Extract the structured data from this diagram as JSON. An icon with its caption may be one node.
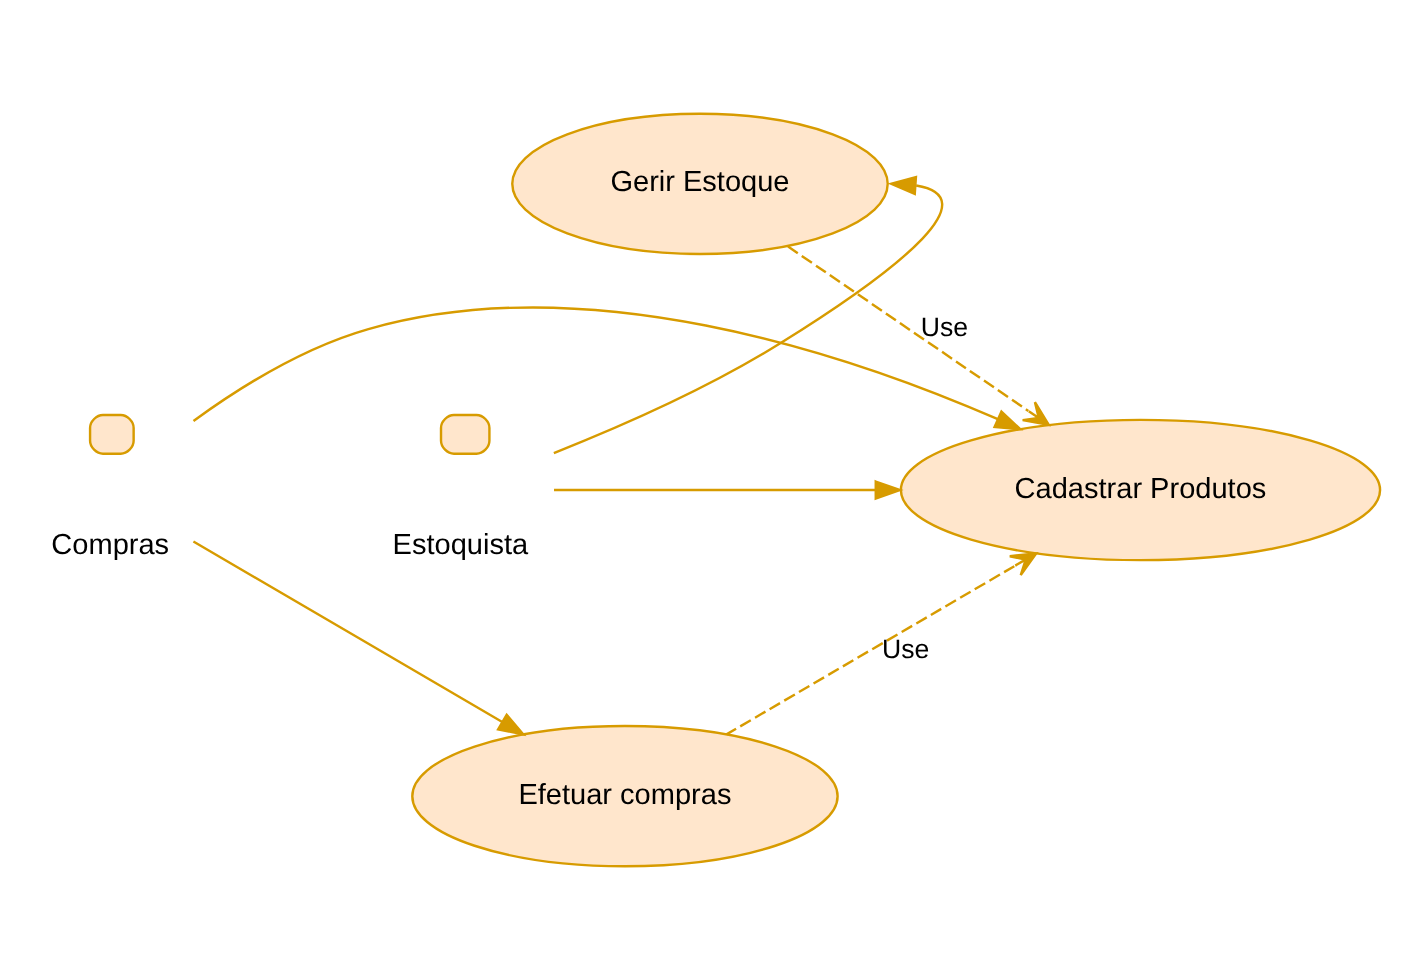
{
  "diagram": {
    "nodes": [
      {
        "text": [
          "Gerir Estoque"
        ]
      },
      {
        "text": [
          "Compras"
        ]
      },
      {
        "text": [
          "Cadastrar Produtos"
        ]
      },
      {
        "text": [
          "Estoquista"
        ]
      },
      {
        "text": [
          "Efetuar compras"
        ]
      }
    ],
    "edges": [
      {
        "from": 1,
        "to": 2,
        "arrow": "to"
      },
      {
        "from": 1,
        "to": 4,
        "arrow": "to"
      },
      {
        "from": 3,
        "to": 2,
        "arrow": "to"
      },
      {
        "from": 3,
        "to": 0,
        "arrow": "to"
      },
      {
        "from": 0,
        "to": 2,
        "arrow": "to",
        "label": "Use",
        "style": "dashed"
      },
      {
        "from": 4,
        "to": 2,
        "arrow": "to",
        "label": "Use",
        "style": "dashed"
      }
    ]
  }
}
